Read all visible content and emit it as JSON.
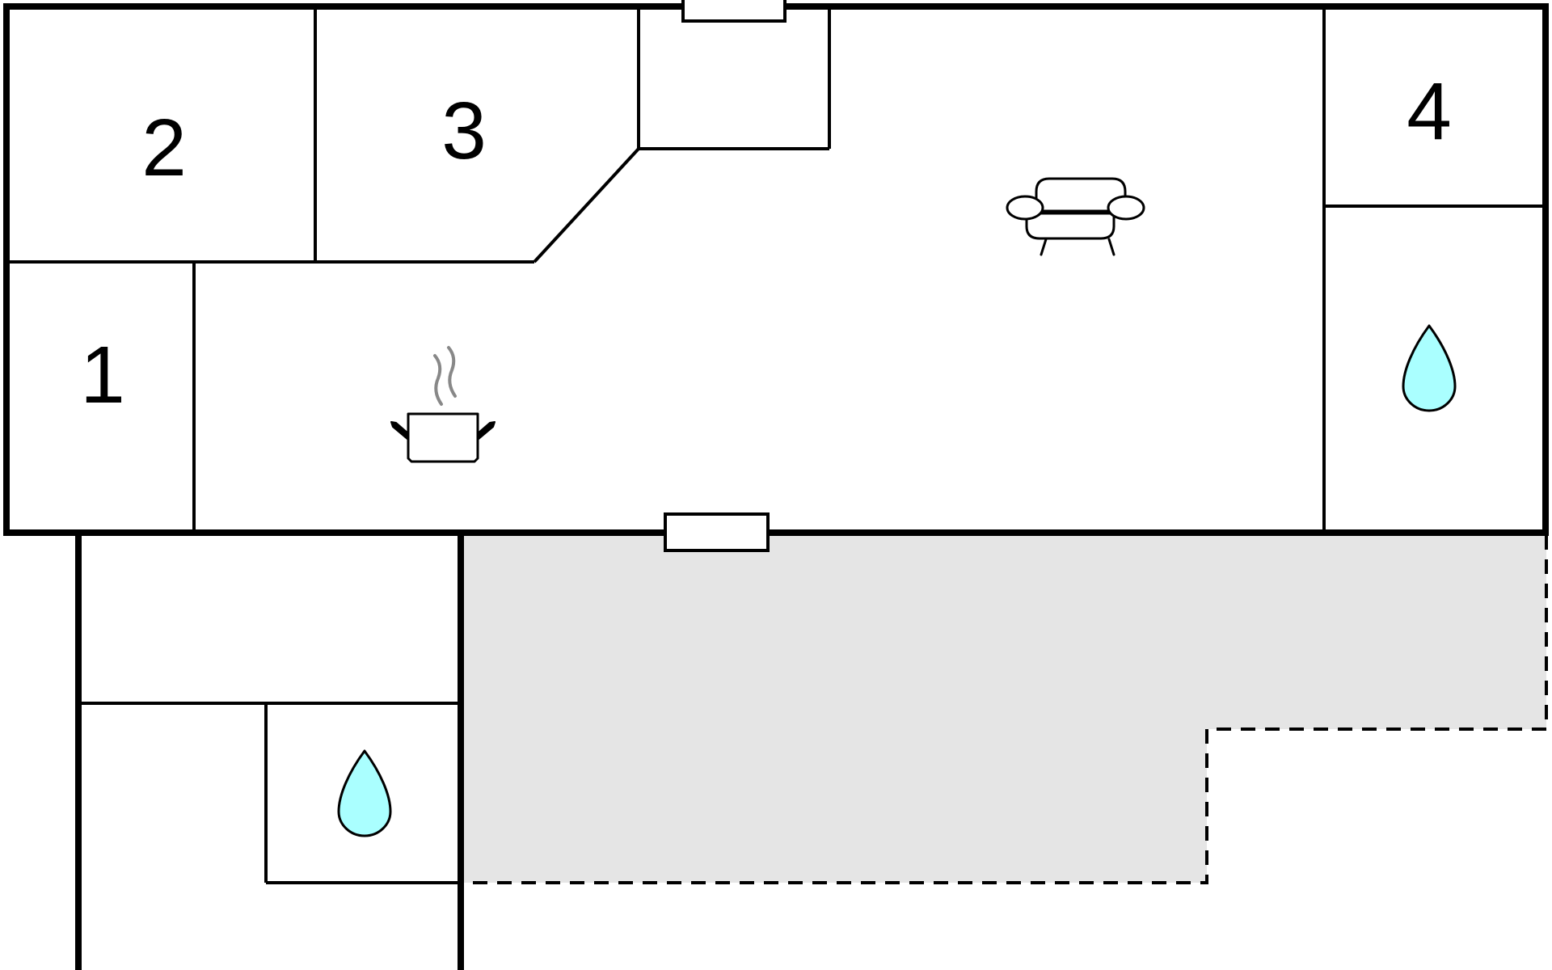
{
  "floor_plan": {
    "rooms": [
      {
        "id": "room-1",
        "label": "1"
      },
      {
        "id": "room-2",
        "label": "2"
      },
      {
        "id": "room-3",
        "label": "3"
      },
      {
        "id": "room-4",
        "label": "4"
      }
    ],
    "icons": [
      {
        "name": "sofa-icon",
        "meaning": "living room"
      },
      {
        "name": "cooking-pot-icon",
        "meaning": "kitchen"
      },
      {
        "name": "water-drop-icon",
        "meaning": "bathroom"
      },
      {
        "name": "water-drop-icon",
        "meaning": "bathroom"
      }
    ],
    "colors": {
      "wall": "#000000",
      "terrace_fill": "#e5e5e5",
      "water_drop": "#aaffff",
      "steam": "#888888",
      "background": "#ffffff"
    }
  }
}
